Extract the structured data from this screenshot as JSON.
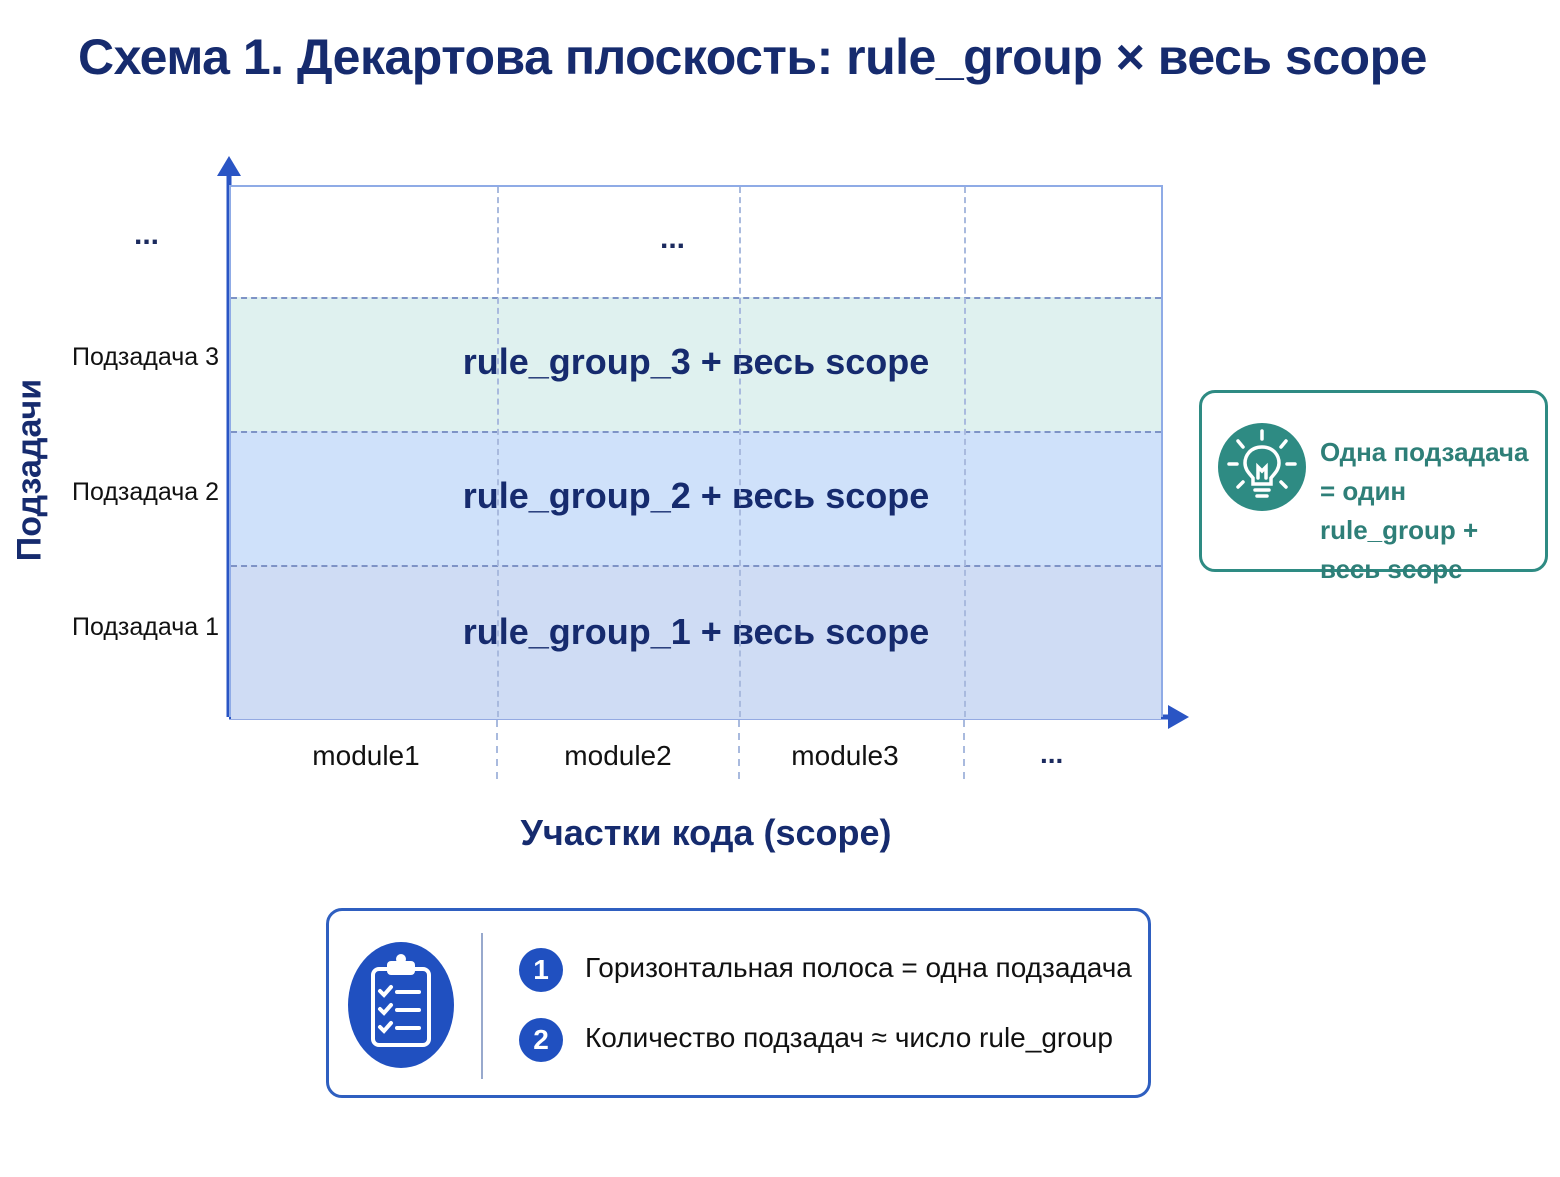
{
  "title": "Схема 1. Декартова плоскость: rule_group × весь scope",
  "y_axis_title": "Подзадачи",
  "x_axis_title": "Участки кода (scope)",
  "rows": [
    {
      "label": "Подзадача 1",
      "band": "rule_group_1 + весь scope"
    },
    {
      "label": "Подзадача 2",
      "band": "rule_group_2 + весь scope"
    },
    {
      "label": "Подзадача 3",
      "band": "rule_group_3 + весь scope"
    }
  ],
  "rows_ellipsis": "...",
  "columns": [
    "module1",
    "module2",
    "module3"
  ],
  "columns_ellipsis": "...",
  "top_ellipsis": "...",
  "tip": {
    "icon": "lightbulb-icon",
    "text": "Одна подзадача = один rule_group + весь scope"
  },
  "legend": {
    "icon": "clipboard-checklist-icon",
    "items": [
      {
        "num": "1",
        "text": "Горизонтальная полоса = одна подзадача"
      },
      {
        "num": "2",
        "text": "Количество подзадач ≈ число rule_group"
      }
    ]
  },
  "colors": {
    "title": "#162b6e",
    "axis": "#2a55c4",
    "band_3": "#dff1ef",
    "band_2": "#cfe1fa",
    "band_1": "#cfdcf4",
    "tip_accent": "#2e8b83",
    "legend_accent": "#2050c0"
  }
}
